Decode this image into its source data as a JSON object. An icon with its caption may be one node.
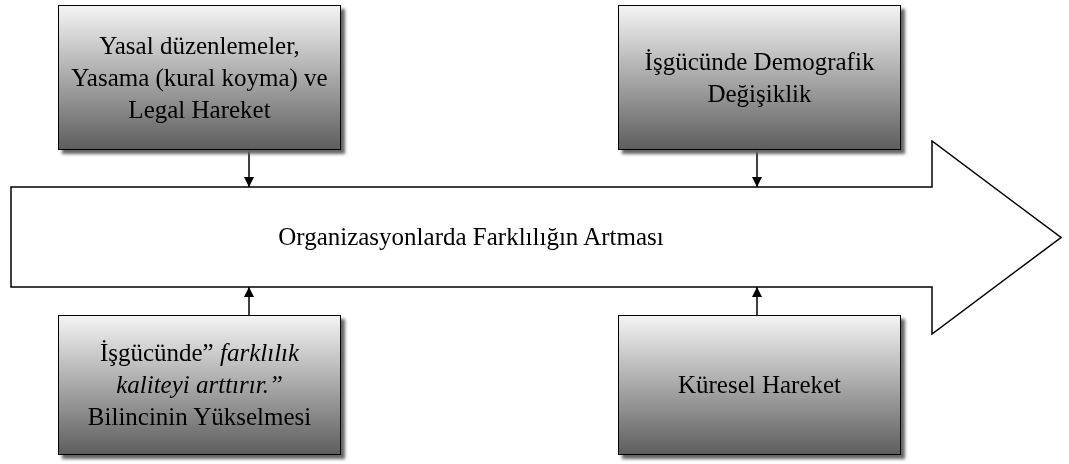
{
  "diagram": {
    "nodes": [
      {
        "text": [
          "Yasal düzenlemeler, Yasama (kural koyma) ve Legal Hareket"
        ]
      },
      {
        "text": [
          "İşgücünde Demografik Değişiklik"
        ]
      },
      {
        "text": [
          "Organizasyonlarda Farklılığın Artması"
        ]
      },
      {
        "text": [
          "İşgücünde” *farklılık kaliteyi arttırır.”* Bilincinin Yükselmesi"
        ]
      },
      {
        "text": [
          "Küresel Hareket"
        ]
      }
    ],
    "edges": [
      {
        "from": 0,
        "to": 2,
        "arrow": "to"
      },
      {
        "from": 1,
        "to": 2,
        "arrow": "to"
      },
      {
        "from": 3,
        "to": 2,
        "arrow": "to"
      },
      {
        "from": 4,
        "to": 2,
        "arrow": "to"
      }
    ]
  }
}
